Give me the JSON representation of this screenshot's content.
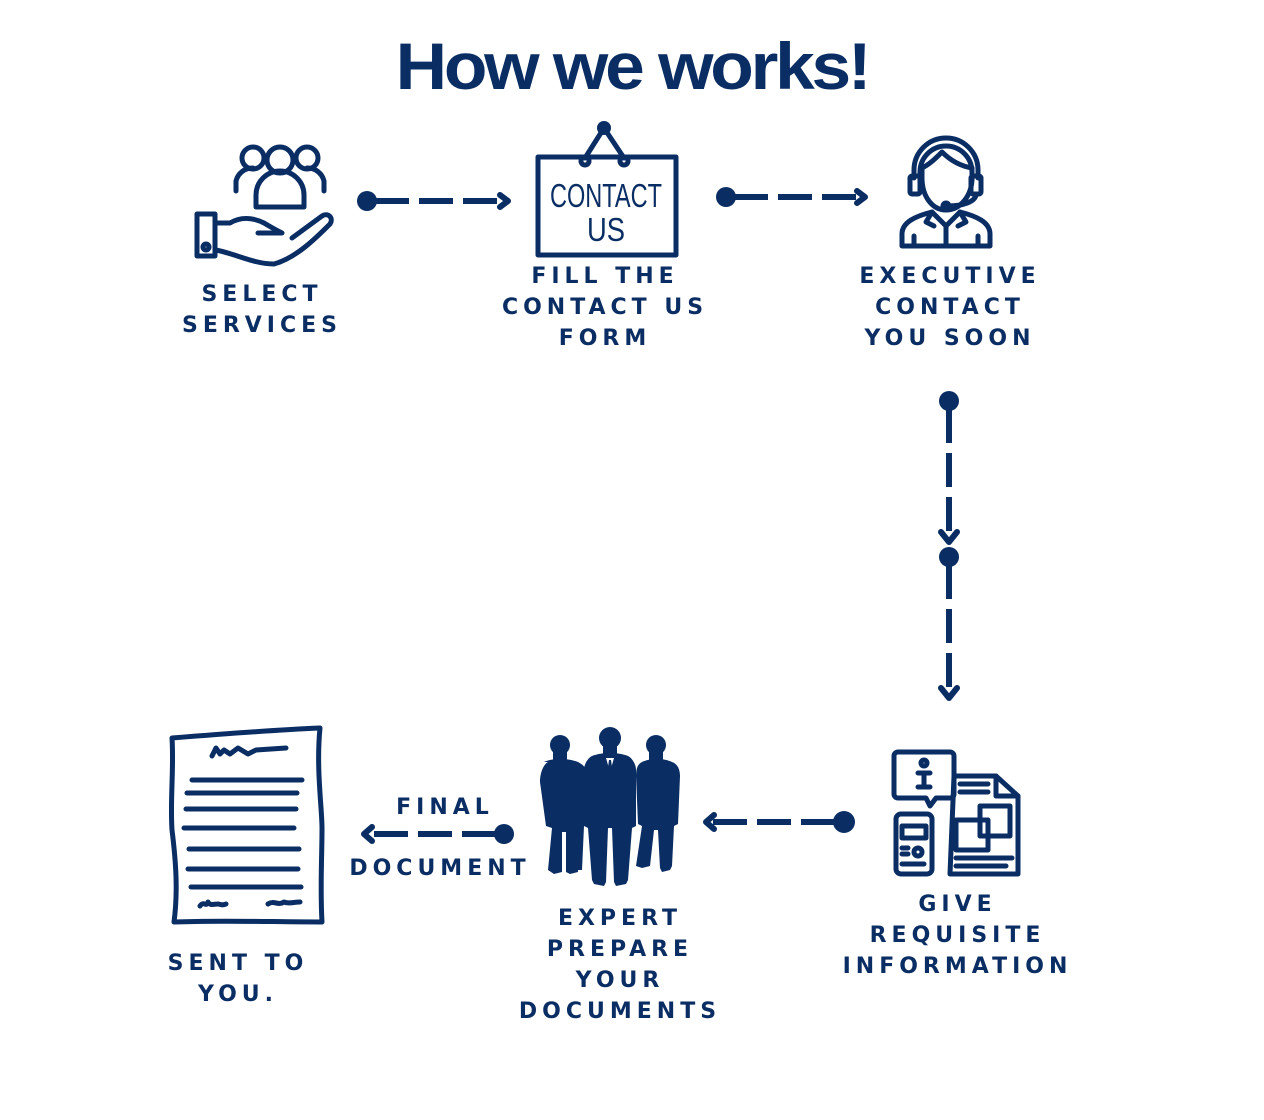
{
  "title": "How we works!",
  "colors": {
    "primary": "#0a2d63",
    "background": "#ffffff"
  },
  "steps": [
    {
      "id": 1,
      "icon": "hand-with-people-icon",
      "lines": [
        "SELECT",
        "SERVICES"
      ]
    },
    {
      "id": 2,
      "icon": "contact-us-sign-icon",
      "sign_text": [
        "CONTACT",
        "US"
      ],
      "lines": [
        "FILL THE",
        "CONTACT US",
        "FORM"
      ]
    },
    {
      "id": 3,
      "icon": "headset-agent-icon",
      "lines": [
        "EXECUTIVE",
        "CONTACT",
        "YOU SOON"
      ]
    },
    {
      "id": 4,
      "icon": "info-devices-icon",
      "lines": [
        "GIVE",
        "REQUISITE",
        "INFORMATION"
      ]
    },
    {
      "id": 5,
      "icon": "business-team-icon",
      "lines": [
        "EXPERT",
        "PREPARE",
        "YOUR",
        "DOCUMENTS"
      ]
    },
    {
      "id": 6,
      "icon": "signed-document-icon",
      "lines": [
        "SENT TO",
        "YOU."
      ]
    }
  ],
  "connector_labels": {
    "final_top": "FINAL",
    "final_bottom": "DOCUMENT"
  },
  "flow": [
    {
      "from": 1,
      "to": 2,
      "direction": "right"
    },
    {
      "from": 2,
      "to": 3,
      "direction": "right"
    },
    {
      "from": 3,
      "to": 4,
      "direction": "down",
      "segments": 2
    },
    {
      "from": 4,
      "to": 5,
      "direction": "left"
    },
    {
      "from": 5,
      "to": 6,
      "direction": "left"
    }
  ]
}
